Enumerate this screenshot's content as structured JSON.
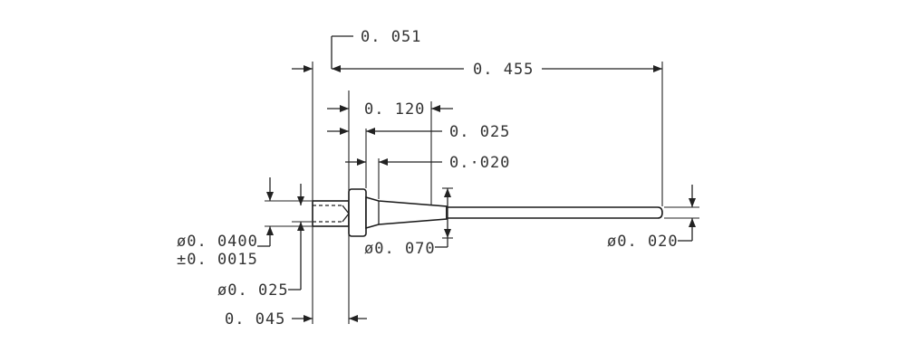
{
  "drawing": {
    "labels": {
      "flange_offset": "0. 051",
      "overall_length": "0. 455",
      "cone_length": "0. 120",
      "step_025": "0. 025",
      "step_020": "0.·020",
      "flange_diameter": "ø0. 070",
      "pin_diameter": "ø0. 020",
      "tail_diameter": "ø0. 0400",
      "tail_tolerance": "±0. 0015",
      "bore_diameter": "ø0. 025",
      "tail_length": "0. 045"
    }
  }
}
